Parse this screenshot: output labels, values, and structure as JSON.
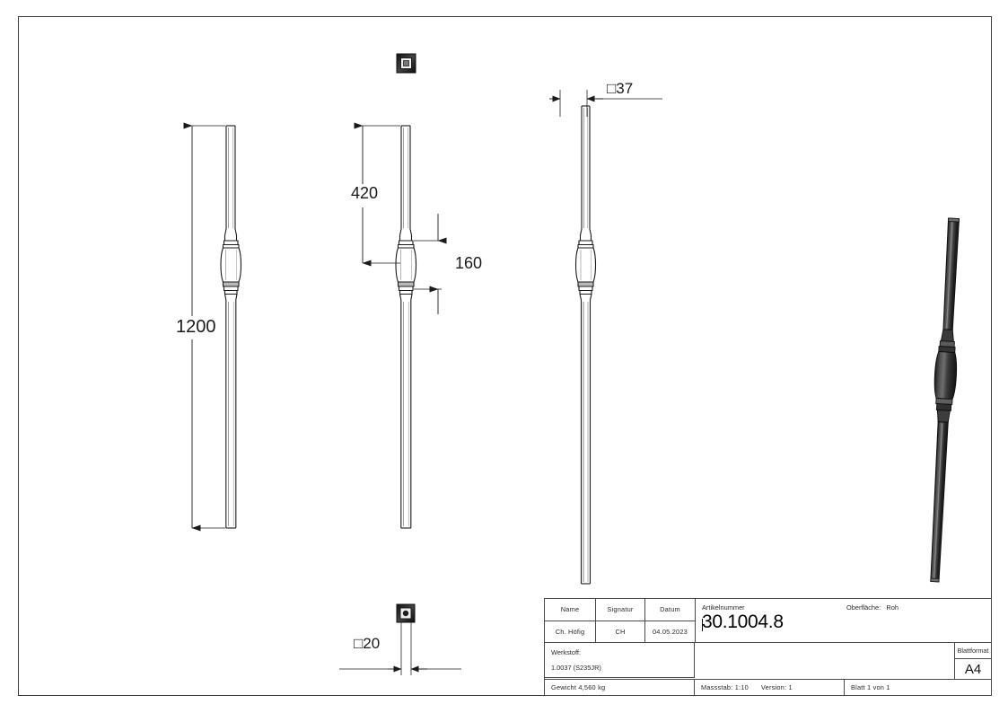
{
  "document": {
    "type": "technical-drawing",
    "sheet_format": "A4"
  },
  "dimensions": {
    "overall_length": "1200",
    "upper_segment": "420",
    "middle_segment": "160",
    "shaft_square": "□37",
    "tenon_square": "□20"
  },
  "title_block": {
    "headers": {
      "name": "Name",
      "signature": "Signatur",
      "date": "Datum"
    },
    "values": {
      "name": "Ch. Höfig",
      "signature": "CH",
      "date": "04.05.2023"
    },
    "article": {
      "label": "Artikelnummer",
      "number": "30.1004.8"
    },
    "surface": {
      "label": "Oberfläche:",
      "value": "Roh"
    },
    "material": {
      "label": "Werkstoff:",
      "value": "1.0037 (S235JR)"
    },
    "weight": "Gewicht 4,560 kg",
    "scale": "Massstab: 1:10",
    "version": "Version: 1",
    "sheet": "Blatt 1 von 1",
    "format_label": "Blattformat",
    "format_value": "A4"
  },
  "views": {
    "front_view": "front-elevation",
    "side_view": "side-elevation",
    "twisted_view": "twisted-elevation",
    "cross_section_top": "square-cross-section",
    "cross_section_bottom": "tenon-cross-section",
    "isometric": "isometric-render"
  },
  "colors": {
    "line": "#1a1a1a",
    "frame": "#3b3b3b",
    "render_dark": "#2b2b2b",
    "paper": "#ffffff"
  }
}
